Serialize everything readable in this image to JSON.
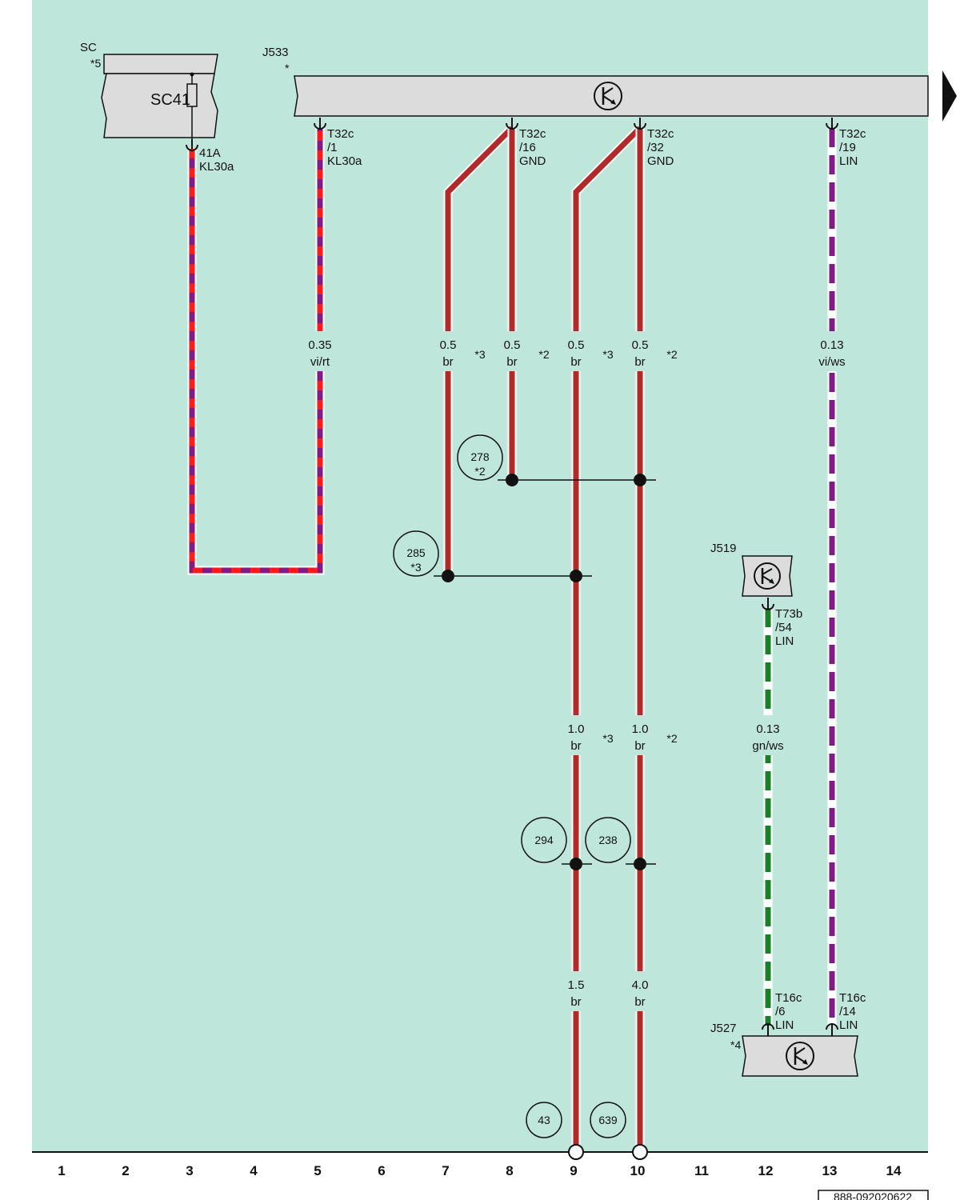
{
  "doc_id": "888-092020622",
  "colors": {
    "background": "#bfe6da",
    "wire_brown": "#b22a2a",
    "wire_violet": "#7d1c84",
    "wire_red": "#ff1a1a",
    "wire_green": "#1b7f2a",
    "component_fill": "#dcdcdc"
  },
  "components": {
    "sc": {
      "name": "SC",
      "note": "*5",
      "fuse": "SC41"
    },
    "j533": {
      "name": "J533",
      "note": "*",
      "icon": "ecu-icon"
    },
    "j519": {
      "name": "J519",
      "icon": "ecu-icon"
    },
    "j527": {
      "name": "J527",
      "note": "*4",
      "icon": "ecu-icon"
    }
  },
  "pins": {
    "sc_41a": [
      "41A",
      "KL30a"
    ],
    "j533_1": [
      "T32c",
      "/1",
      "KL30a"
    ],
    "j533_16": [
      "T32c",
      "/16",
      "GND"
    ],
    "j533_32": [
      "T32c",
      "/32",
      "GND"
    ],
    "j533_19": [
      "T32c",
      "/19",
      "LIN"
    ],
    "j519_54": [
      "T73b",
      "/54",
      "LIN"
    ],
    "j527_6": [
      "T16c",
      "/6",
      "LIN"
    ],
    "j527_14": [
      "T16c",
      "/14",
      "LIN"
    ]
  },
  "wire_labels": {
    "c5": [
      "0.35",
      "vi/rt"
    ],
    "c7": [
      "0.5",
      "br"
    ],
    "c8": [
      "0.5",
      "br"
    ],
    "c9a": [
      "0.5",
      "br"
    ],
    "c10a": [
      "0.5",
      "br"
    ],
    "c13": [
      "0.13",
      "vi/ws"
    ],
    "c9b": [
      "1.0",
      "br"
    ],
    "c10b": [
      "1.0",
      "br"
    ],
    "c12": [
      "0.13",
      "gn/ws"
    ],
    "c9c": [
      "1.5",
      "br"
    ],
    "c10c": [
      "4.0",
      "br"
    ]
  },
  "notes": {
    "n3a": "*3",
    "n2a": "*2",
    "n3b": "*3",
    "n2b": "*2",
    "n3c": "*3",
    "n2c": "*2"
  },
  "junctions": {
    "j278": [
      "278",
      "*2"
    ],
    "j285": [
      "285",
      "*3"
    ],
    "j294": "294",
    "j238": "238",
    "j43": "43",
    "j639": "639"
  },
  "columns": [
    "1",
    "2",
    "3",
    "4",
    "5",
    "6",
    "7",
    "8",
    "9",
    "10",
    "11",
    "12",
    "13",
    "14"
  ]
}
